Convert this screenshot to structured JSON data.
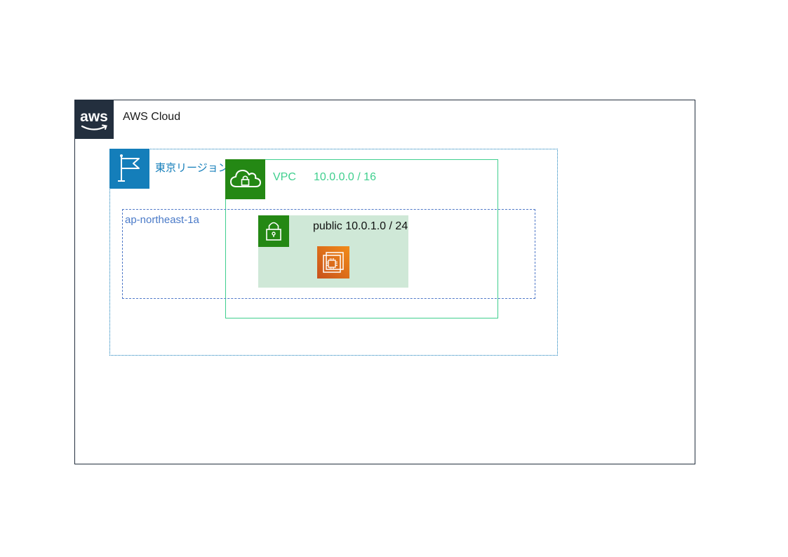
{
  "cloud": {
    "label": "AWS Cloud",
    "logo_text": "aws",
    "border_color": "#232f3e"
  },
  "region": {
    "label": "東京リージョン",
    "color": "#147eba"
  },
  "vpc": {
    "label": "VPC",
    "cidr": "10.0.0.0 / 16",
    "color": "#3fcf8e",
    "icon_color": "#248814"
  },
  "availability_zone": {
    "label": "ap-northeast-1a",
    "color": "#4a7ac8"
  },
  "subnet": {
    "label": "public 10.0.1.0 / 24",
    "fill": "#cfe8d7",
    "icon_color": "#248814"
  },
  "instance": {
    "icon": "ec2-instance-icon",
    "color": "#e8761f"
  },
  "icons": [
    "aws-logo-icon",
    "region-flag-icon",
    "vpc-cloud-lock-icon",
    "subnet-lock-icon",
    "ec2-instance-icon"
  ]
}
